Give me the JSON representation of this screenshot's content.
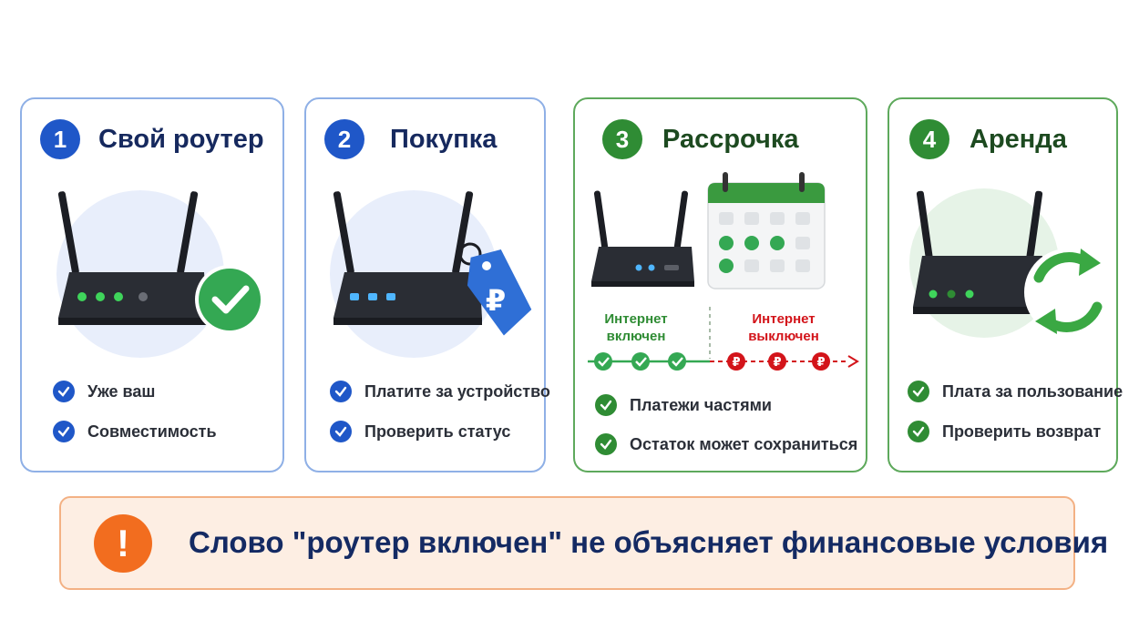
{
  "cards": [
    {
      "number": "1",
      "title": "Свой роутер",
      "items": [
        "Уже ваш",
        "Совместимость"
      ]
    },
    {
      "number": "2",
      "title": "Покупка",
      "items": [
        "Платите за устройство",
        "Проверить статус"
      ],
      "tag_symbol": "₽"
    },
    {
      "number": "3",
      "title": "Рассрочка",
      "items": [
        "Платежи частями",
        "Остаток может сохраниться"
      ],
      "timeline": {
        "on_label": "Интернет включен",
        "off_label": "Интернет выключен",
        "payment_symbol": "₽"
      }
    },
    {
      "number": "4",
      "title": "Аренда",
      "items": [
        "Плата за пользование",
        "Проверить возврат"
      ]
    }
  ],
  "banner": {
    "icon_text": "!",
    "text": "Слово \"роутер включен\" не объясняет финансовые условия"
  },
  "colors": {
    "blue": "#1f57c8",
    "green": "#2f8c34",
    "red": "#d3141a",
    "orange": "#f26d1f",
    "navy": "#142a63"
  },
  "icons": [
    "router-icon",
    "check-badge-icon",
    "price-tag-icon",
    "calendar-icon",
    "refresh-cycle-icon",
    "warning-icon"
  ]
}
